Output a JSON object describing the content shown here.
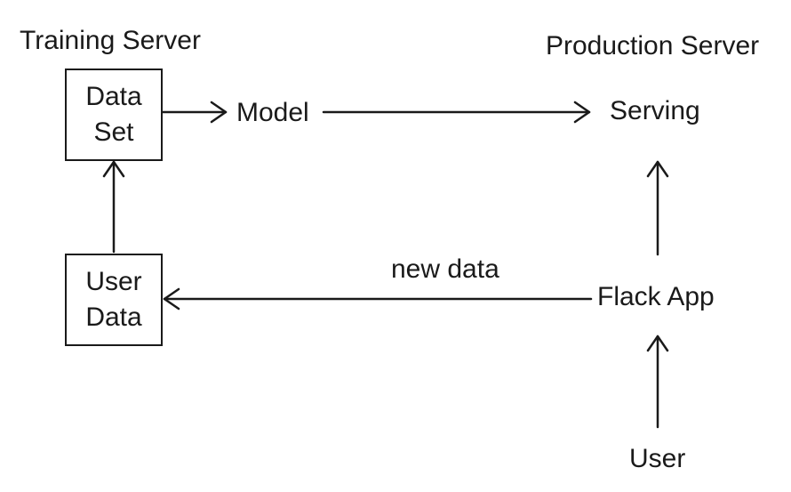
{
  "diagram": {
    "groups": {
      "training": "Training Server",
      "production": "Production Server"
    },
    "nodes": {
      "dataset": {
        "line1": "Data",
        "line2": "Set"
      },
      "userdata": {
        "line1": "User",
        "line2": "Data"
      },
      "model": "Model",
      "serving": "Serving",
      "flask": "Flack App",
      "user": "User"
    },
    "edges": {
      "new_data_label": "new data"
    },
    "colors": {
      "ink": "#1a1a1a",
      "background": "#ffffff"
    }
  }
}
